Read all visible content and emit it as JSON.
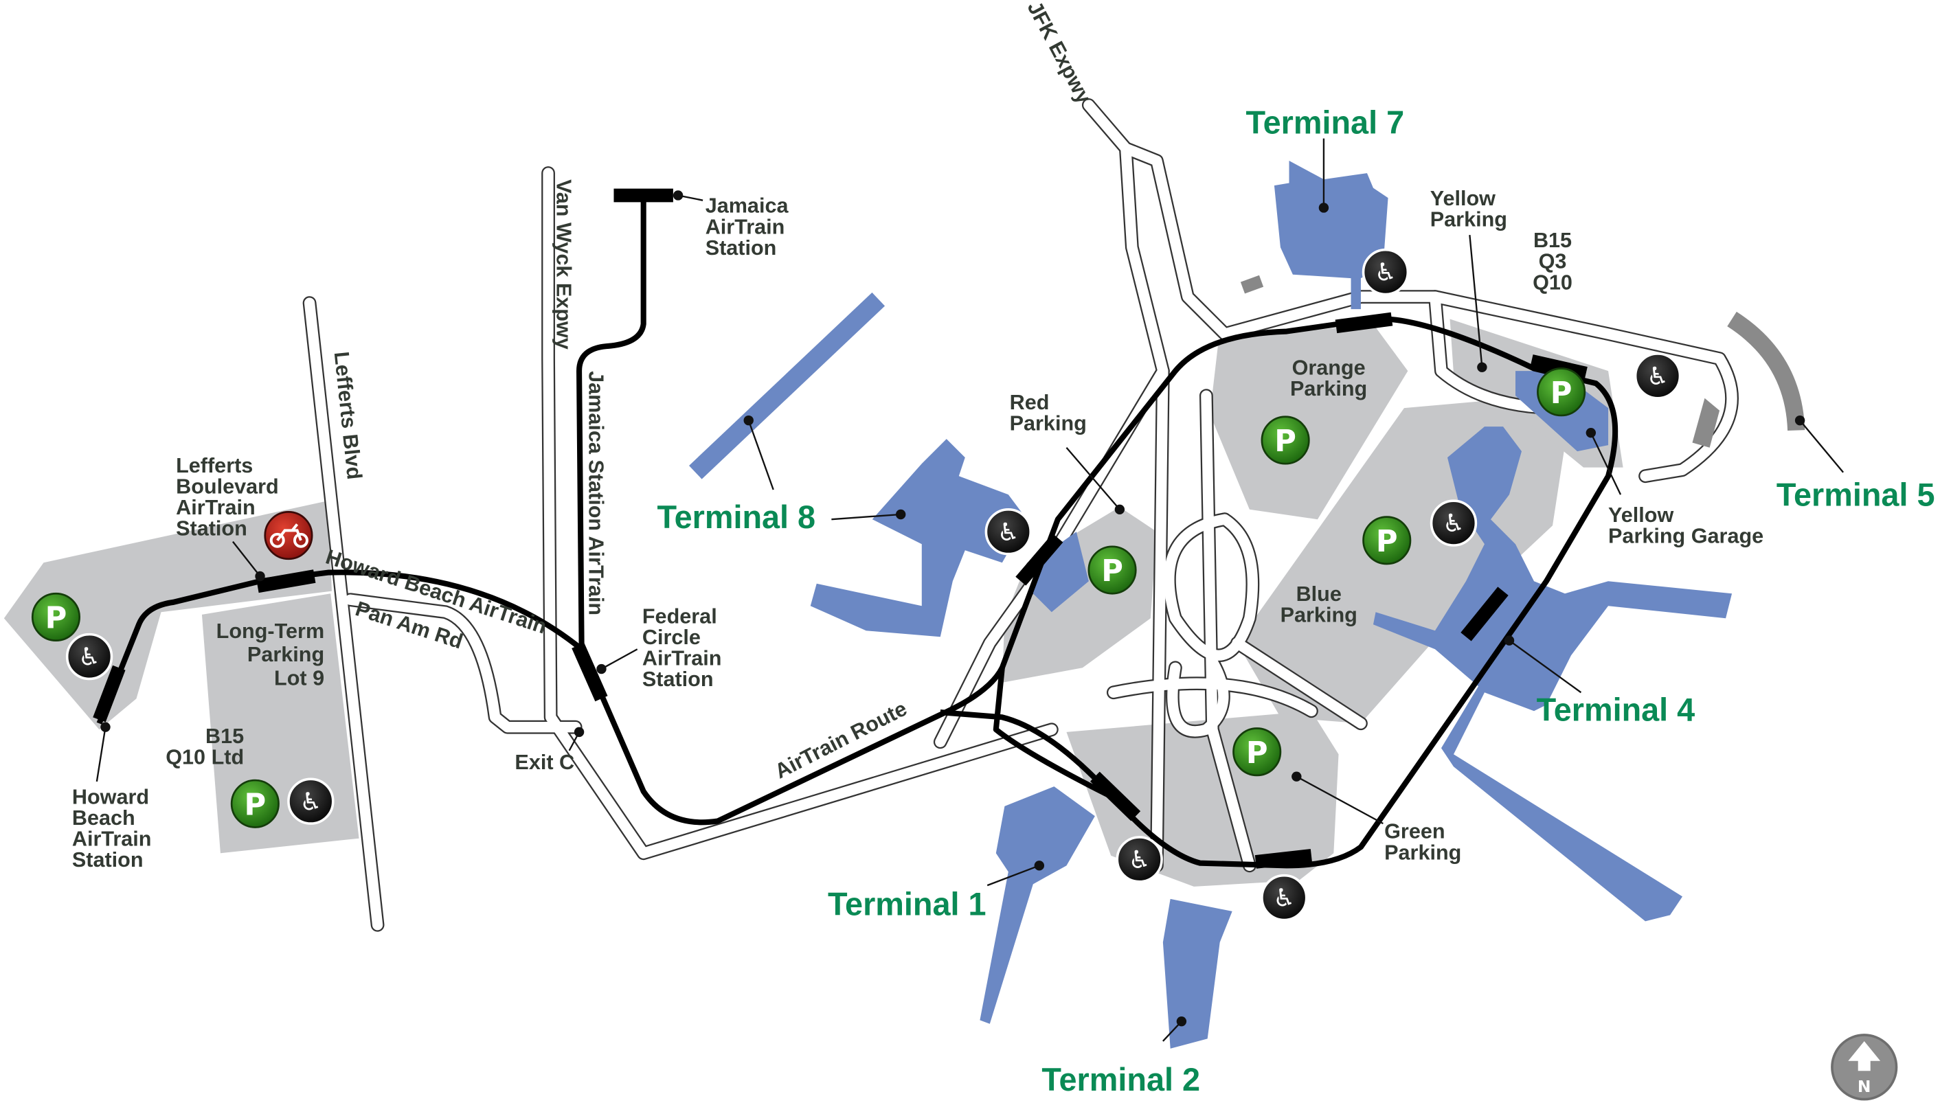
{
  "roads": {
    "jfk_expwy": "JFK Expwy",
    "van_wyck": "Van Wyck Expwy",
    "lefferts_blvd": "Lefferts Blvd",
    "pan_am_rd": "Pan Am Rd",
    "exit_c": "Exit C"
  },
  "airtrain": {
    "howard_beach_line": "Howard Beach AirTrain",
    "jamaica_line": "Jamaica Station AirTrain",
    "route": "AirTrain Route",
    "jamaica_station": [
      "Jamaica",
      "AirTrain",
      "Station"
    ],
    "federal_circle": [
      "Federal",
      "Circle",
      "AirTrain",
      "Station"
    ],
    "lefferts_station": [
      "Lefferts",
      "Boulevard",
      "AirTrain",
      "Station"
    ],
    "howard_beach_station": [
      "Howard",
      "Beach",
      "AirTrain",
      "Station"
    ]
  },
  "parking": {
    "long_term": [
      "Long-Term",
      "Parking",
      "Lot 9"
    ],
    "lot9_bus": [
      "B15",
      "Q10 Ltd"
    ],
    "red": [
      "Red",
      "Parking"
    ],
    "orange": [
      "Orange",
      "Parking"
    ],
    "yellow": [
      "Yellow",
      "Parking"
    ],
    "yellow_bus": [
      "B15",
      "Q3",
      "Q10"
    ],
    "yellow_garage": [
      "Yellow",
      "Parking Garage"
    ],
    "blue": [
      "Blue",
      "Parking"
    ],
    "green": [
      "Green",
      "Parking"
    ]
  },
  "terminals": {
    "t1": "Terminal 1",
    "t2": "Terminal 2",
    "t4": "Terminal 4",
    "t5": "Terminal 5",
    "t7": "Terminal 7",
    "t8": "Terminal 8"
  },
  "icons": {
    "parking": "P",
    "accessible": "♿",
    "compass": "N"
  },
  "colors": {
    "terminal": "#6b88c4",
    "terminal_label": "#0a8a55",
    "parking_lot": "#c6c7c9",
    "parking_icon": "#2f8a1e",
    "motorcycle_icon": "#c0281c"
  }
}
